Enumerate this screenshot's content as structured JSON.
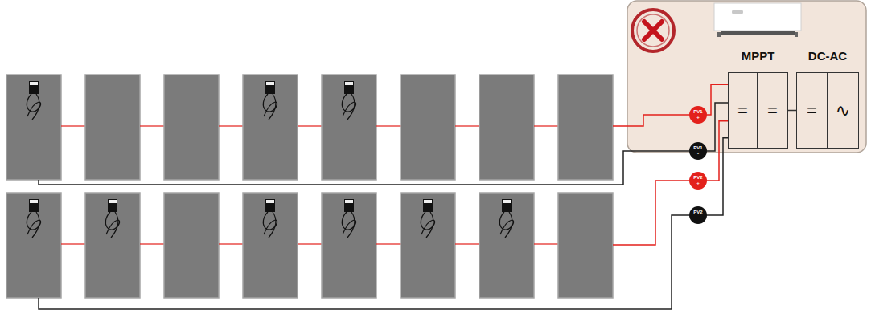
{
  "diagram": {
    "nodes": [
      {
        "text": [
          "MPPT"
        ]
      },
      {
        "text": [
          "="
        ],
        "in": 0
      },
      {
        "text": [
          "="
        ],
        "in": 0
      },
      {
        "text": [
          "DC-AC"
        ]
      },
      {
        "text": [
          "="
        ],
        "in": 3
      },
      {
        "text": [
          "∿"
        ],
        "in": 3
      },
      {
        "text": [
          "PV1 +"
        ]
      },
      {
        "text": [
          "PV1 -"
        ]
      },
      {
        "text": [
          "PV2 +"
        ]
      },
      {
        "text": [
          "PV2 -"
        ]
      }
    ],
    "edges": [
      {
        "from": 6,
        "to": 0,
        "arrow": "none"
      },
      {
        "from": 7,
        "to": 0,
        "arrow": "none"
      },
      {
        "from": 8,
        "to": 0,
        "arrow": "none"
      },
      {
        "from": 9,
        "to": 0,
        "arrow": "none"
      },
      {
        "from": 0,
        "to": 3,
        "arrow": "none"
      }
    ]
  }
}
